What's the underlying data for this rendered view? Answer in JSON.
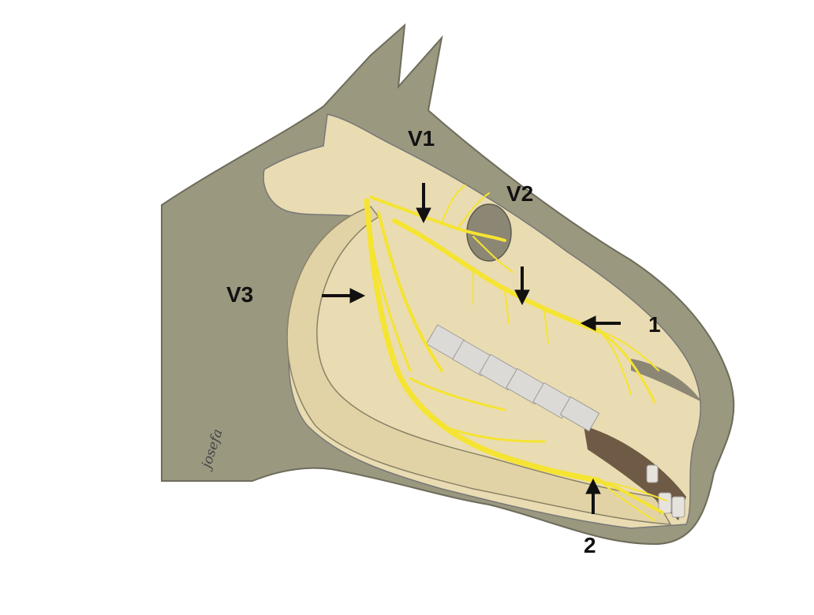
{
  "labels": {
    "v1": "V1",
    "v2": "V2",
    "v3": "V3",
    "site1": "1",
    "site2": "2"
  },
  "signature": "josefa",
  "colors": {
    "head_silhouette": "#9b9880",
    "bone": "#e9dcb2",
    "nerve": "#f5e431",
    "teeth": "#dcdad6",
    "arrow": "#111111",
    "background": "#ffffff"
  },
  "icons": {
    "pointer_arrows": "arrow-icon"
  }
}
